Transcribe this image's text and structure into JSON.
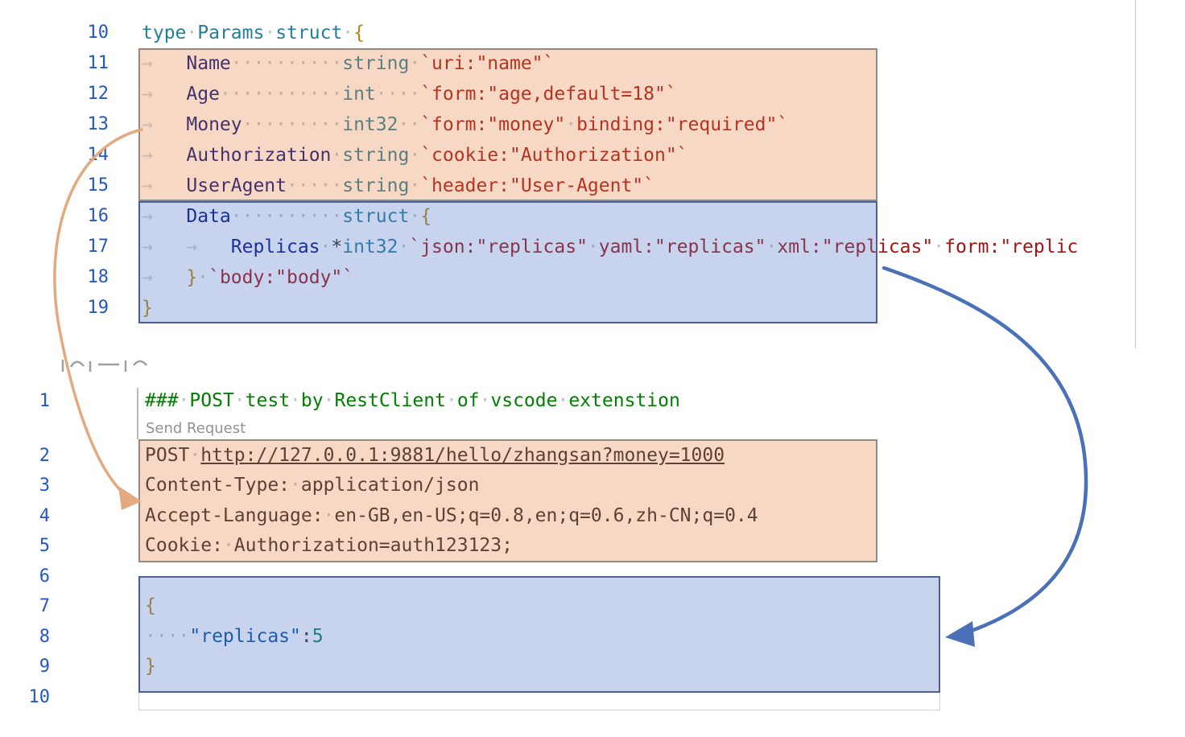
{
  "colors": {
    "kw": "#267f99",
    "typ": "#267f99",
    "id": "#001080",
    "str": "#a31515",
    "br": "#b8860b",
    "ws": "#b9c2c6",
    "tab": "#c9ced3",
    "op": "#24292e",
    "cmt": "#007f00",
    "mth": "#24292e",
    "url": "#24292e",
    "hdr": "#24292e",
    "val": "#24292e",
    "key": "#0451a5",
    "num": "#098658",
    "line_number": "#2457c5",
    "codelens": "#919191",
    "orange_fill": "rgba(224,126,62,0.30)",
    "orange_border": "#8f8a84",
    "blue_fill": "rgba(85,118,200,0.32)",
    "blue_border": "#4d5f8f",
    "orange_arrow": "#e2aa7e",
    "blue_arrow": "#4a70b8"
  },
  "go_snippet": {
    "lines": [
      {
        "n": 10,
        "tokens": [
          [
            "kw",
            "type"
          ],
          [
            "ws",
            "·"
          ],
          [
            "typ",
            "Params"
          ],
          [
            "ws",
            "·"
          ],
          [
            "kw",
            "struct"
          ],
          [
            "ws",
            "·"
          ],
          [
            "br",
            "{"
          ]
        ]
      },
      {
        "n": 11,
        "tokens": [
          [
            "tab",
            "→"
          ],
          [
            "id",
            "Name"
          ],
          [
            "ws",
            "··········"
          ],
          [
            "typ",
            "string"
          ],
          [
            "ws",
            "·"
          ],
          [
            "str",
            "`uri:\"name\"`"
          ]
        ]
      },
      {
        "n": 12,
        "tokens": [
          [
            "tab",
            "→"
          ],
          [
            "id",
            "Age"
          ],
          [
            "ws",
            "···········"
          ],
          [
            "typ",
            "int"
          ],
          [
            "ws",
            "····"
          ],
          [
            "str",
            "`form:\"age,default=18\"`"
          ]
        ]
      },
      {
        "n": 13,
        "tokens": [
          [
            "tab",
            "→"
          ],
          [
            "id",
            "Money"
          ],
          [
            "ws",
            "·········"
          ],
          [
            "typ",
            "int32"
          ],
          [
            "ws",
            "··"
          ],
          [
            "str",
            "`form:\"money\""
          ],
          [
            "ws",
            "·"
          ],
          [
            "str",
            "binding:\"required\"`"
          ]
        ]
      },
      {
        "n": 14,
        "tokens": [
          [
            "tab",
            "→"
          ],
          [
            "id",
            "Authorization"
          ],
          [
            "ws",
            "·"
          ],
          [
            "typ",
            "string"
          ],
          [
            "ws",
            "·"
          ],
          [
            "str",
            "`cookie:\"Authorization\"`"
          ]
        ]
      },
      {
        "n": 15,
        "tokens": [
          [
            "tab",
            "→"
          ],
          [
            "id",
            "UserAgent"
          ],
          [
            "ws",
            "·····"
          ],
          [
            "typ",
            "string"
          ],
          [
            "ws",
            "·"
          ],
          [
            "str",
            "`header:\"User-Agent\"`"
          ]
        ]
      },
      {
        "n": 16,
        "tokens": [
          [
            "tab",
            "→"
          ],
          [
            "id",
            "Data"
          ],
          [
            "ws",
            "··········"
          ],
          [
            "kw",
            "struct"
          ],
          [
            "ws",
            "·"
          ],
          [
            "br",
            "{"
          ]
        ]
      },
      {
        "n": 17,
        "tokens": [
          [
            "tab",
            "→"
          ],
          [
            "tab",
            "→"
          ],
          [
            "id",
            "Replicas"
          ],
          [
            "ws",
            "·"
          ],
          [
            "op",
            "*"
          ],
          [
            "typ",
            "int32"
          ],
          [
            "ws",
            "·"
          ],
          [
            "str",
            "`json:\"replicas\""
          ],
          [
            "ws",
            "·"
          ],
          [
            "str",
            "yaml:\"replicas\""
          ],
          [
            "ws",
            "·"
          ],
          [
            "str",
            "xml:\"replicas\""
          ],
          [
            "ws",
            "·"
          ],
          [
            "str",
            "form:\"replic"
          ]
        ]
      },
      {
        "n": 18,
        "tokens": [
          [
            "tab",
            "→"
          ],
          [
            "br",
            "}"
          ],
          [
            "ws",
            "·"
          ],
          [
            "str",
            "`body:\"body\"`"
          ]
        ]
      },
      {
        "n": 19,
        "tokens": [
          [
            "br",
            "}"
          ]
        ]
      }
    ]
  },
  "http_snippet": {
    "codelens": "Send Request",
    "lines": [
      {
        "n": 1,
        "tokens": [
          [
            "cmt",
            "###"
          ],
          [
            "ws",
            "·"
          ],
          [
            "cmt",
            "POST"
          ],
          [
            "ws",
            "·"
          ],
          [
            "cmt",
            "test"
          ],
          [
            "ws",
            "·"
          ],
          [
            "cmt",
            "by"
          ],
          [
            "ws",
            "·"
          ],
          [
            "cmt",
            "RestClient"
          ],
          [
            "ws",
            "·"
          ],
          [
            "cmt",
            "of"
          ],
          [
            "ws",
            "·"
          ],
          [
            "cmt",
            "vscode"
          ],
          [
            "ws",
            "·"
          ],
          [
            "cmt",
            "extenstion"
          ]
        ]
      },
      {
        "n": 2,
        "tokens": [
          [
            "mth",
            "POST"
          ],
          [
            "ws",
            "·"
          ],
          [
            "url",
            "http://127.0.0.1:9881/hello/zhangsan?money=1000"
          ]
        ]
      },
      {
        "n": 3,
        "tokens": [
          [
            "hdr",
            "Content-Type:"
          ],
          [
            "ws",
            "·"
          ],
          [
            "val",
            "application/json"
          ]
        ]
      },
      {
        "n": 4,
        "tokens": [
          [
            "hdr",
            "Accept-Language:"
          ],
          [
            "ws",
            "·"
          ],
          [
            "val",
            "en-GB,en-US;q=0.8,en;q=0.6,zh-CN;q=0.4"
          ]
        ]
      },
      {
        "n": 5,
        "tokens": [
          [
            "hdr",
            "Cookie:"
          ],
          [
            "ws",
            "·"
          ],
          [
            "val",
            "Authorization=auth123123;"
          ]
        ]
      },
      {
        "n": 6,
        "tokens": []
      },
      {
        "n": 7,
        "tokens": [
          [
            "br",
            "{"
          ]
        ]
      },
      {
        "n": 8,
        "tokens": [
          [
            "ws",
            "····"
          ],
          [
            "key",
            "\"replicas\""
          ],
          [
            "op",
            ":"
          ],
          [
            "num",
            "5"
          ]
        ]
      },
      {
        "n": 9,
        "tokens": [
          [
            "br",
            "}"
          ]
        ]
      },
      {
        "n": 10,
        "tokens": []
      }
    ]
  }
}
